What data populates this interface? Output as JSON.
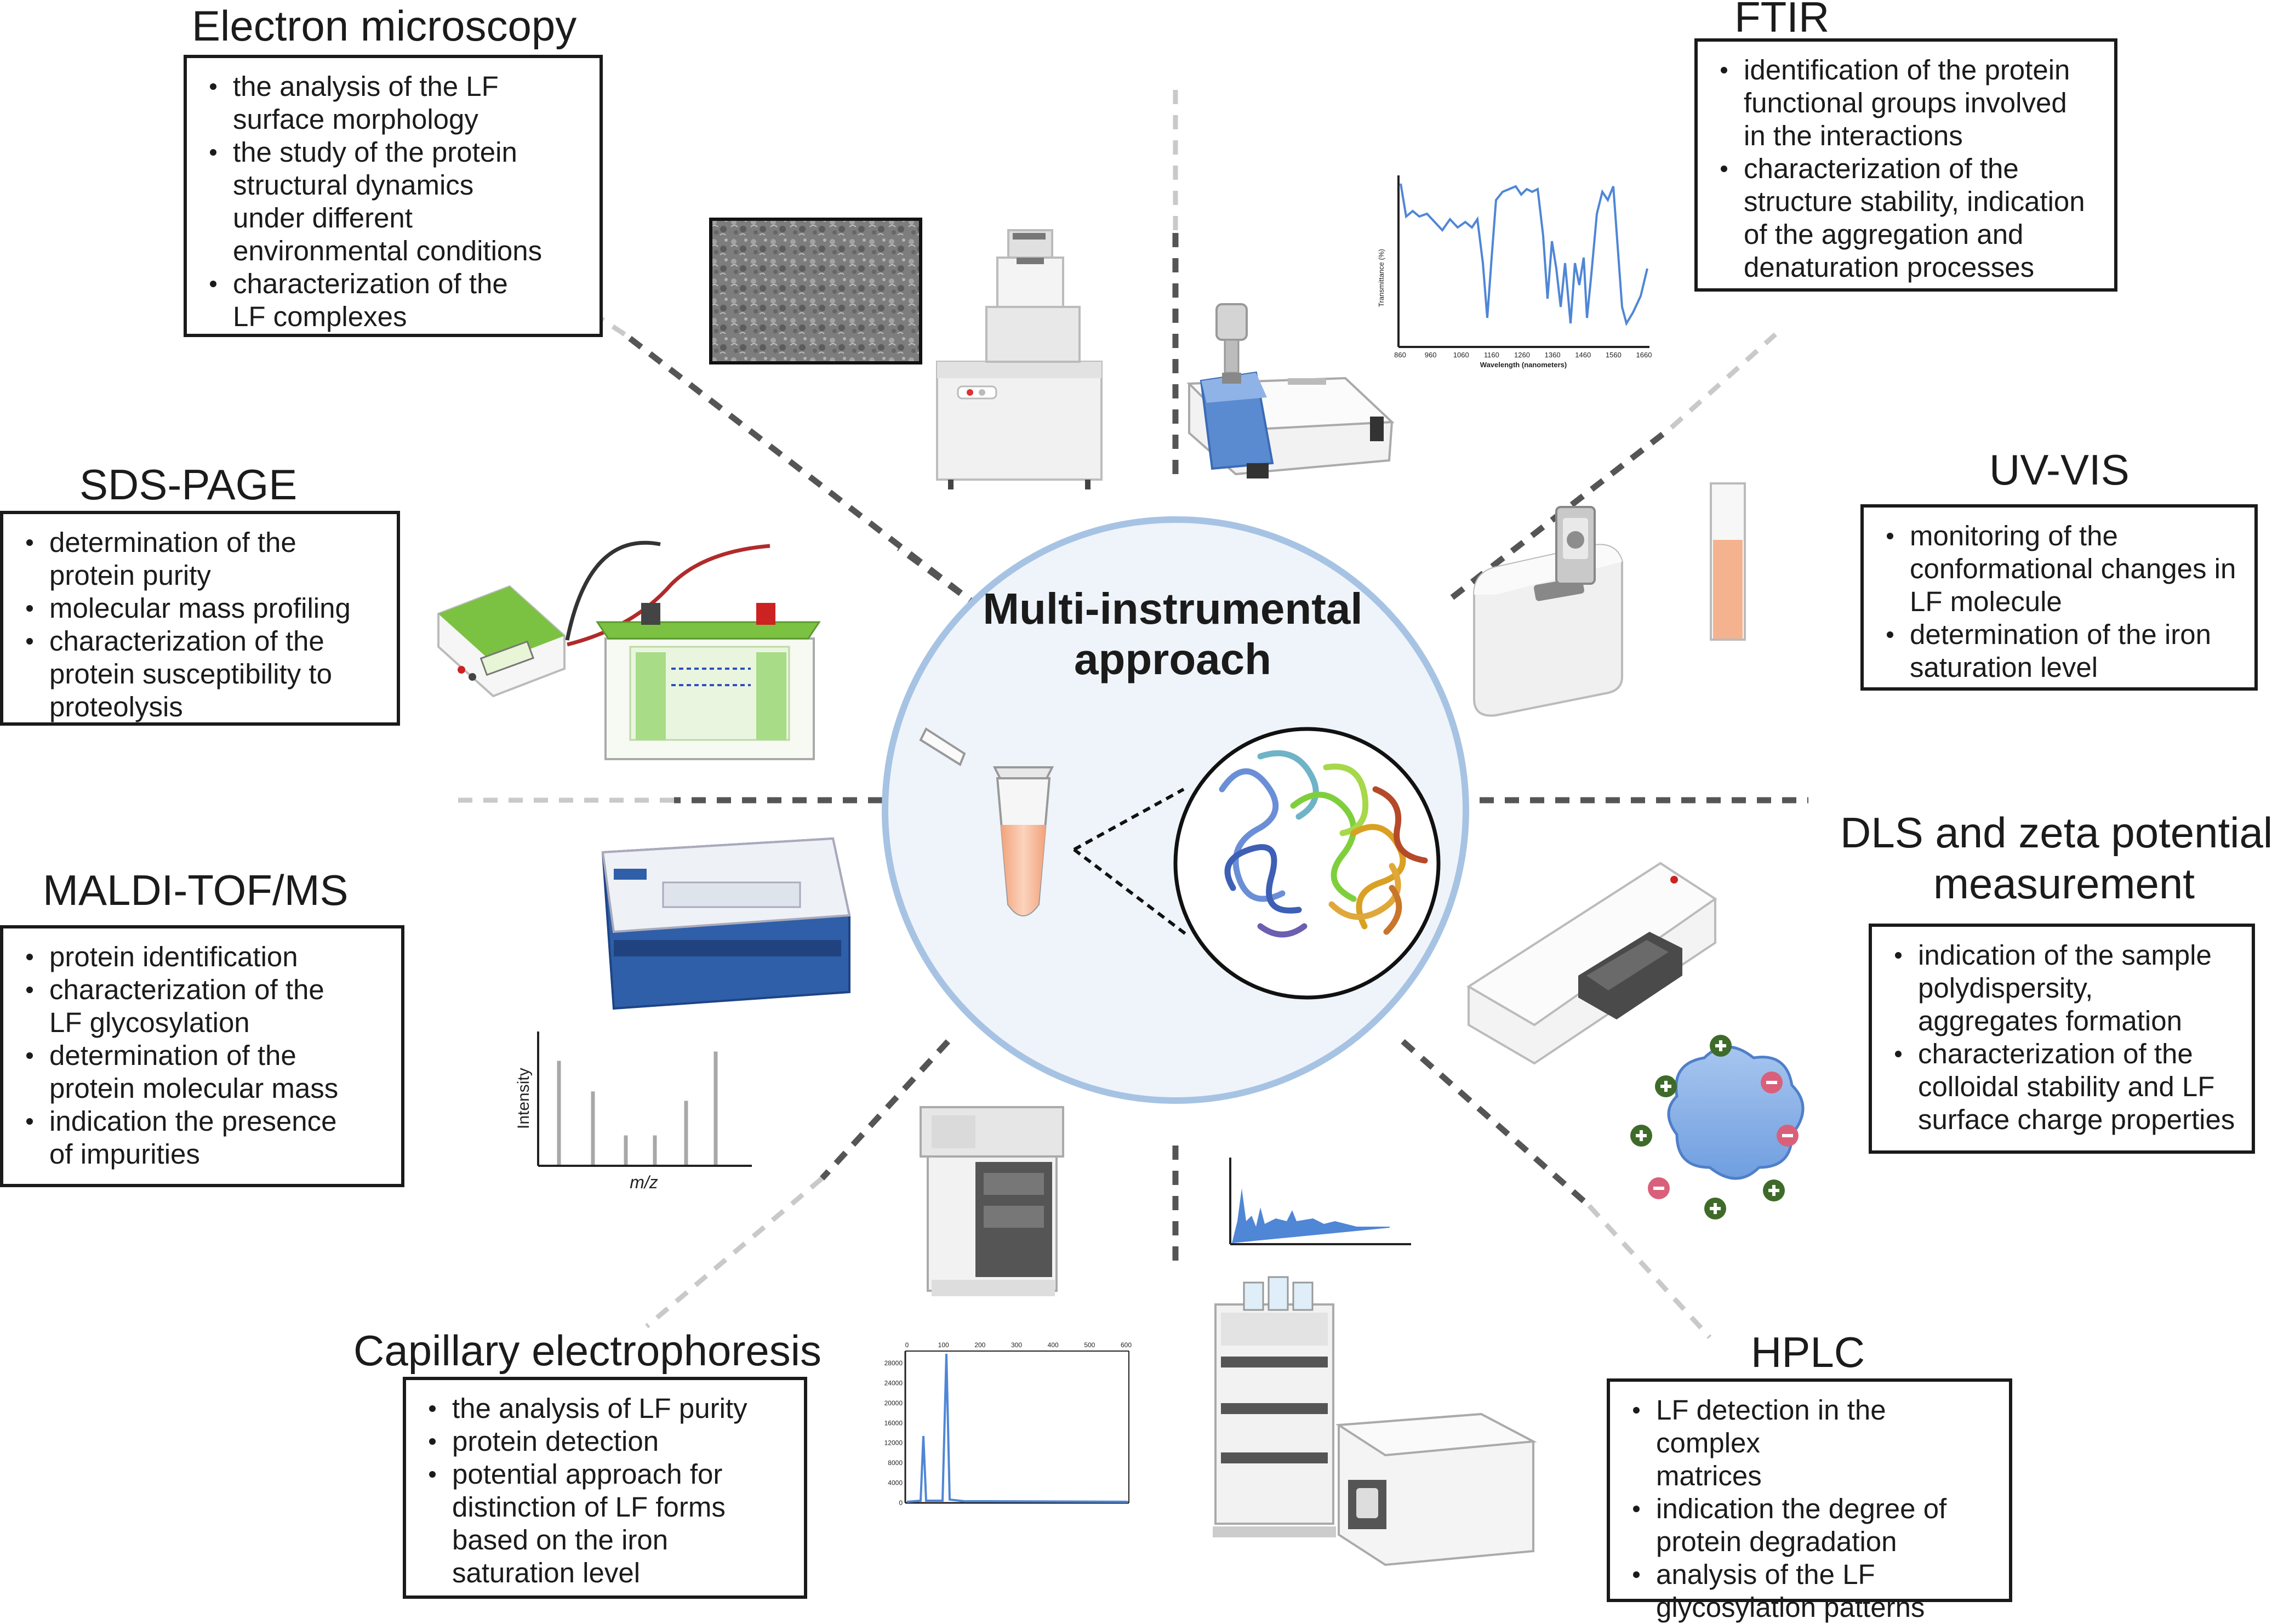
{
  "center": {
    "title_line1": "Multi-instrumental",
    "title_line2": "approach"
  },
  "sections": {
    "electron_microscopy": {
      "title": "Electron microscopy",
      "items": [
        [
          "the analysis of the LF",
          "surface morphology"
        ],
        [
          "the study of the protein",
          "structural dynamics",
          "under different",
          "environmental conditions"
        ],
        [
          "characterization of the",
          "LF complexes"
        ]
      ]
    },
    "ftir": {
      "title": "FTIR",
      "items": [
        [
          "identification of the protein",
          "functional groups involved",
          "in the interactions"
        ],
        [
          "characterization of the",
          "structure stability, indication",
          "of the aggregation and",
          "denaturation processes"
        ]
      ]
    },
    "sds_page": {
      "title": "SDS-PAGE",
      "items": [
        [
          "determination of the",
          "protein  purity"
        ],
        [
          "molecular mass profiling"
        ],
        [
          "characterization of the",
          "protein susceptibility to",
          "proteolysis"
        ]
      ]
    },
    "uv_vis": {
      "title": "UV-VIS",
      "items": [
        [
          "monitoring of the",
          "conformational changes in",
          "LF molecule"
        ],
        [
          "determination of the iron",
          "saturation level"
        ]
      ]
    },
    "maldi": {
      "title": "MALDI-TOF/MS",
      "items": [
        [
          "protein identification"
        ],
        [
          "characterization of the",
          "LF glycosylation"
        ],
        [
          "determination of the",
          "protein  molecular mass"
        ],
        [
          "indication the presence",
          "of impurities"
        ]
      ]
    },
    "dls": {
      "title_line1": "DLS and zeta potential",
      "title_line2": "measurement",
      "items": [
        [
          "indication of the sample",
          "polydispersity,",
          "aggregates formation"
        ],
        [
          "characterization of the",
          "colloidal stability and LF",
          "surface charge properties"
        ]
      ]
    },
    "ce": {
      "title": "Capillary electrophoresis",
      "items": [
        [
          "the analysis of LF purity"
        ],
        [
          "protein detection"
        ],
        [
          "potential approach for",
          "distinction of LF forms",
          "based on the iron",
          "saturation level"
        ]
      ]
    },
    "hplc": {
      "title": "HPLC",
      "items": [
        [
          "LF detection in the complex",
          "matrices"
        ],
        [
          "indication the degree of",
          "protein degradation"
        ],
        [
          "analysis of the LF",
          "glycosylation patterns"
        ]
      ]
    }
  },
  "plots": {
    "ftir": {
      "ylabel": "Transmittance (%)",
      "xlabel": "Wavelength (nanometers)",
      "xticks": [
        "860",
        "960",
        "1060",
        "1160",
        "1260",
        "1360",
        "1460",
        "1560",
        "1660"
      ]
    },
    "maldi": {
      "ylabel": "Intensity",
      "xlabel": "m/z"
    },
    "ce": {
      "xticks": [
        "0",
        "100",
        "200",
        "300",
        "400",
        "500",
        "600"
      ],
      "yticks": [
        "0",
        "4000",
        "8000",
        "12000",
        "16000",
        "20000",
        "24000",
        "28000"
      ]
    }
  },
  "colors": {
    "circle_fill": "#eef4fa",
    "circle_stroke": "#a7c3e3",
    "plot_blue": "#4f86d6",
    "charge_positive": "#3f6b2a",
    "charge_negative": "#d9607a",
    "green_device": "#7cc242",
    "blue_device": "#2f5fa8",
    "sample_orange": "#f4b38e"
  }
}
